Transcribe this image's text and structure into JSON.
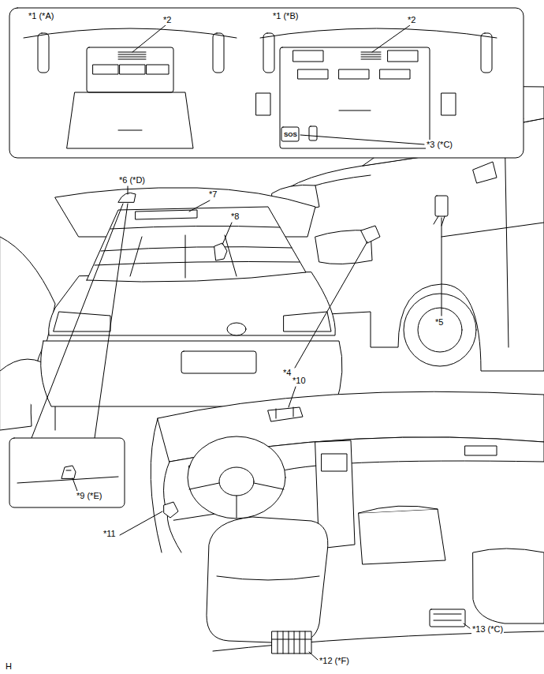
{
  "diagram": {
    "labels": [
      "*1 (*A)",
      "*2",
      "*1 (*B)",
      "*2",
      "SOS",
      "*3 (*C)",
      "*6 (*D)",
      "*7",
      "*8",
      "*4",
      "*5",
      "*9 (*E)",
      "*10",
      "*11",
      "*13 (*C)",
      "*12 (*F)",
      "H"
    ]
  }
}
